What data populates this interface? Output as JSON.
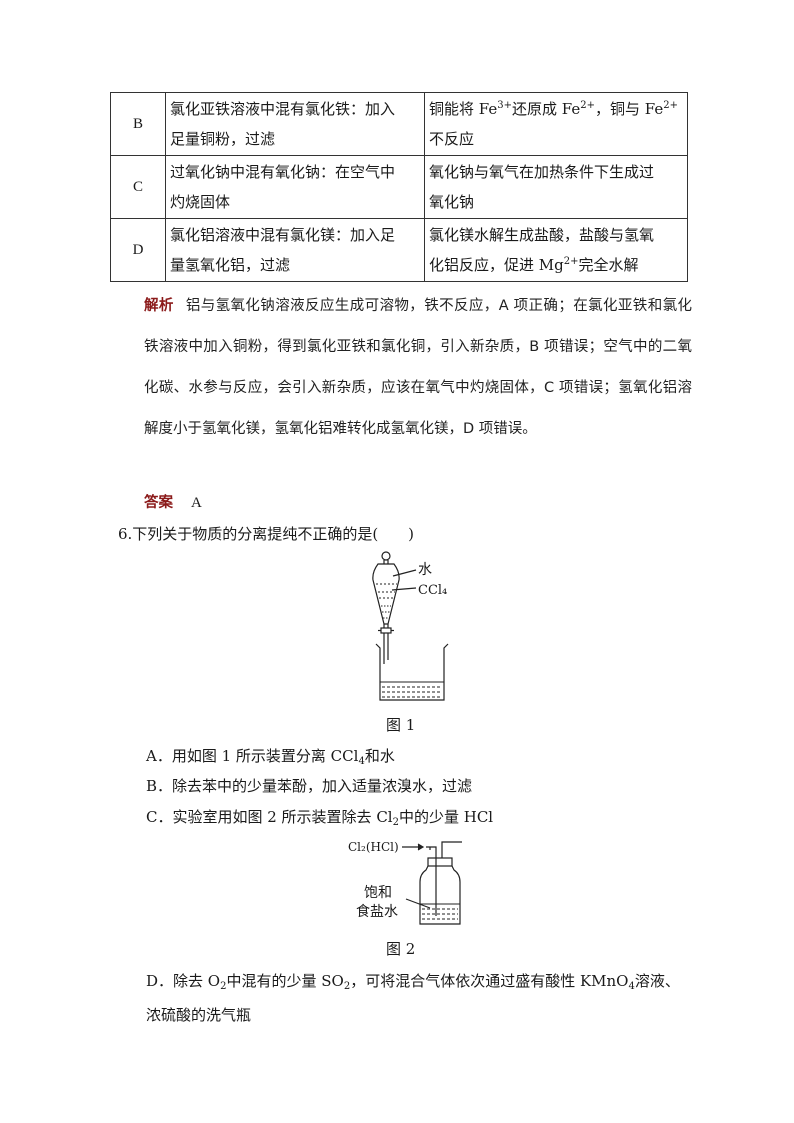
{
  "table": {
    "rows": [
      {
        "label": "B",
        "method_lines": [
          "氯化亚铁溶液中混有氯化铁：加入",
          "足量铜粉，过滤"
        ],
        "reason_line1_pre": "铜能将 Fe",
        "reason_sup1": "3+",
        "reason_line1_mid": "还原成 Fe",
        "reason_sup2": "2+",
        "reason_line1_post": "，铜与 Fe",
        "reason_sup3": "2+",
        "reason_line2": "不反应"
      },
      {
        "label": "C",
        "method_lines": [
          "过氧化钠中混有氧化钠：在空气中",
          "灼烧固体"
        ],
        "reason_lines": [
          "氧化钠与氧气在加热条件下生成过",
          "氧化钠"
        ]
      },
      {
        "label": "D",
        "method_lines": [
          "氯化铝溶液中混有氯化镁：加入足",
          "量氢氧化铝，过滤"
        ],
        "reason_line1": "氯化镁水解生成盐酸，盐酸与氢氧",
        "reason_line2_pre": "化铝反应，促进 Mg",
        "reason_sup": "2+",
        "reason_line2_post": "完全水解"
      }
    ]
  },
  "analysis": {
    "tag": "解析",
    "text": "铝与氢氧化钠溶液反应生成可溶物，铁不反应，A 项正确；在氯化亚铁和氯化铁溶液中加入铜粉，得到氯化亚铁和氯化铜，引入新杂质，B 项错误；空气中的二氧化碳、水参与反应，会引入新杂质，应该在氧气中灼烧固体，C 项错误；氢氧化铝溶解度小于氢氧化镁，氢氧化铝难转化成氢氧化镁，D 项错误。"
  },
  "answer": {
    "tag": "答案",
    "value": "A"
  },
  "question": {
    "title": "6.下列关于物质的分离提纯不正确的是(　　)"
  },
  "figure1": {
    "label_water": "水",
    "label_ccl4": "CCl₄",
    "caption": "图 1"
  },
  "options": {
    "a": {
      "pre": "A．用如图 1 所示装置分离 CCl",
      "sub": "4",
      "post": "和水"
    },
    "b": {
      "text": "B．除去苯中的少量苯酚，加入适量浓溴水，过滤"
    },
    "c": {
      "pre": "C．实验室用如图 2 所示装置除去 Cl",
      "sub": "2",
      "post": "中的少量 HCl"
    },
    "d": {
      "p1": "D．除去 O",
      "s1": "2",
      "p2": "中混有的少量 SO",
      "s2": "2",
      "p3": "，可将混合气体依次通过盛有酸性 KMnO",
      "s3": "4",
      "p4": "溶液、浓硫酸的洗气瓶"
    }
  },
  "figure2": {
    "label_gas": "Cl₂(HCl)",
    "label_liquid_line1": "饱和",
    "label_liquid_line2": "食盐水",
    "caption": "图 2"
  },
  "colors": {
    "tag": "#8b1a1a",
    "ink": "#1a1a1a"
  }
}
